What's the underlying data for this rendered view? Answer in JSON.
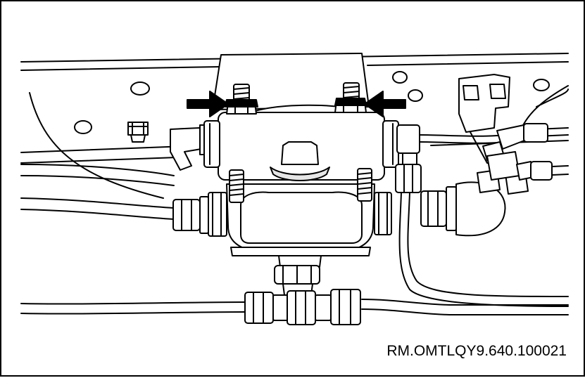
{
  "figure": {
    "reference_code": "RM.OMTLQY9.640.100021",
    "line_color": "#000000",
    "fill_color": "#ffffff",
    "shade_color": "#e6e6e6",
    "callout_arrow_count": 2,
    "callout_arrow_directions": [
      "right",
      "left"
    ]
  }
}
